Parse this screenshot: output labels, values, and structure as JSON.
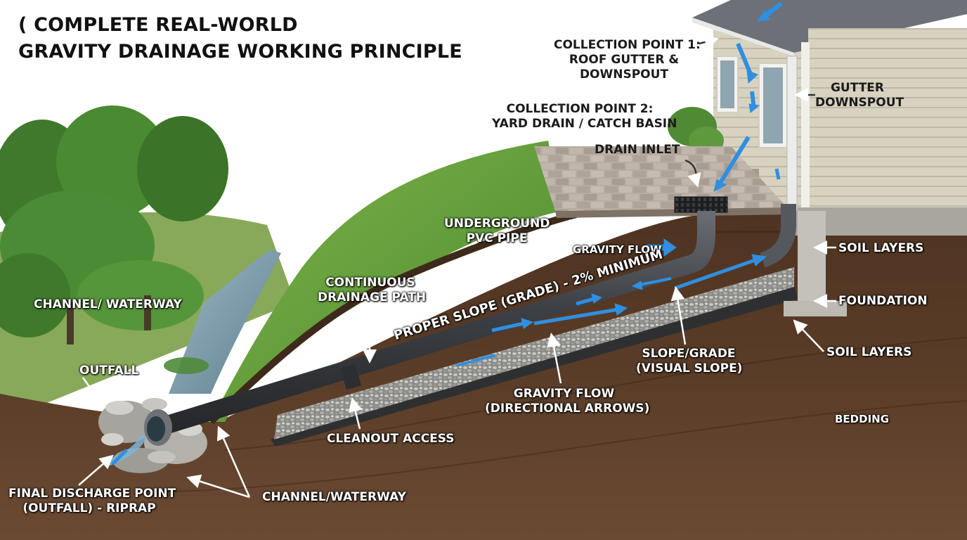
{
  "title": {
    "line1": "( COMPLETE REAL-WORLD",
    "line2": "GRAVITY DRAINAGE WORKING PRINCIPLE"
  },
  "labels": {
    "collection_point_1": {
      "line1": "COLLECTION POINT 1:",
      "line2": "ROOF GUTTER &",
      "line3": "DOWNSPOUT"
    },
    "gutter_downspout": {
      "line1": "GUTTER",
      "line2": "DOWNSPOUT"
    },
    "collection_point_2": {
      "line1": "COLLECTION POINT 2:",
      "line2": "YARD DRAIN / CATCH BASIN"
    },
    "drain_inlet": "DRAIN INLET",
    "underground_pipe": {
      "line1": "UNDERGROUND",
      "line2": "PVC PIPE"
    },
    "gravity_flow_top": "GRAVITY FLOW",
    "soil_layers_top": "SOIL LAYERS",
    "foundation": "FOUNDATION",
    "soil_layers_bottom": "SOIL LAYERS",
    "proper_slope": "PROPER SLOPE (GRADE) - 2% MINIMUM",
    "continuous_path": {
      "line1": "CONTINUOUS",
      "line2": "DRAINAGE PATH"
    },
    "channel_waterway_left": "CHANNEL/ WATERWAY",
    "outfall": "OUTFALL",
    "slope_grade": {
      "line1": "SLOPE/GRADE",
      "line2": "(VISUAL SLOPE)"
    },
    "gravity_flow_arrows": {
      "line1": "GRAVITY FLOW",
      "line2": "(DIRECTIONAL ARROWS)"
    },
    "bedding": "BEDDING",
    "cleanout_access": "CLEANOUT ACCESS",
    "final_discharge": {
      "line1": "FINAL DISCHARGE POINT",
      "line2": "(OUTFALL) - RIPRAP"
    },
    "channel_waterway_bottom": "CHANNEL/WATERWAY"
  },
  "colors": {
    "flow_arrow": "#2f8fe0",
    "soil": "#4a3020",
    "grass": "#5e9a38",
    "pipe": "#3c3f44",
    "siding": "#d9d4c3"
  }
}
